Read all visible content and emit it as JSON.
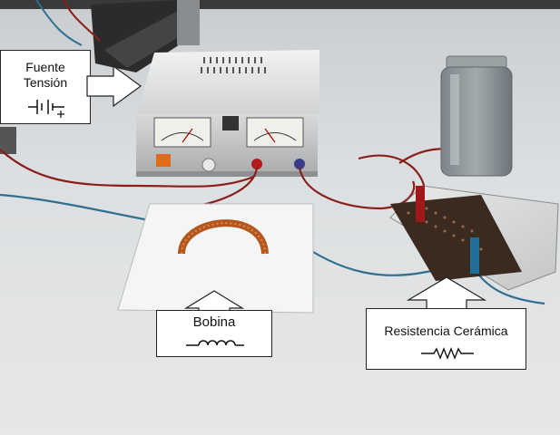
{
  "callouts": {
    "power_supply": {
      "line1": "Fuente",
      "line2": "Tensión"
    },
    "coil": {
      "label": "Bobina"
    },
    "resistor": {
      "label": "Resistencia Cerámica"
    }
  },
  "icons": [
    "battery-symbol-icon",
    "inductor-symbol-icon",
    "resistor-symbol-icon"
  ],
  "colors": {
    "table": "#dfe1e3",
    "cable_red": "#8a1f1a",
    "cable_blue": "#2f6f8f",
    "copper": "#b4571f"
  }
}
